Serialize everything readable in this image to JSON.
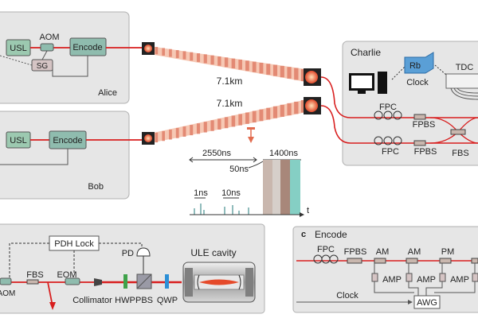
{
  "alice": {
    "name": "Alice",
    "usl": "USL",
    "aom": "AOM",
    "encode": "Encode",
    "sg": "SG"
  },
  "bob": {
    "name": "Bob",
    "usl": "USL",
    "encode": "Encode"
  },
  "links": {
    "top_distance": "7.1km",
    "bottom_distance": "7.1km"
  },
  "timing": {
    "t_2550": "2550ns",
    "t_1400": "1400ns",
    "t_50": "50ns",
    "t_1ns": "1ns",
    "t_10ns": "10ns",
    "axis_t": "t"
  },
  "charlie": {
    "name": "Charlie",
    "rb": "Rb",
    "clock": "Clock",
    "tdc": "TDC",
    "fpc_top": "FPC",
    "fpc_bottom": "FPC",
    "fpbs_top": "FPBS",
    "fpbs_bottom": "FPBS",
    "fbs": "FBS"
  },
  "laser": {
    "pdh_lock": "PDH Lock",
    "pd": "PD",
    "ule_cavity": "ULE cavity",
    "aom": "AOM",
    "fbs": "FBS",
    "eom": "EOM",
    "collimator": "Collimator",
    "hwp": "HWP",
    "pbs": "PBS",
    "qwp": "QWP"
  },
  "encode_panel": {
    "panel_letter": "c",
    "title": "Encode",
    "fpc": "FPC",
    "fpbs": "FPBS",
    "am1": "AM",
    "am2": "AM",
    "pm": "PM",
    "amp1": "AMP",
    "amp2": "AMP",
    "amp3": "AMP",
    "clock": "Clock",
    "awg": "AWG"
  },
  "colors": {
    "panel_bg": "#e6e6e6",
    "panel_border": "#b0b0b0",
    "box_green": "#9cc9b0",
    "box_teal": "#8fbcae",
    "fiber_red": "#d81e1e",
    "stripe_light": "#f6c8b4",
    "stripe_dark": "#e38a74",
    "pulse_teal": "#85cfc4",
    "pulse_brown": "#a8877a",
    "pulse_tan": "#c9b7ae"
  }
}
